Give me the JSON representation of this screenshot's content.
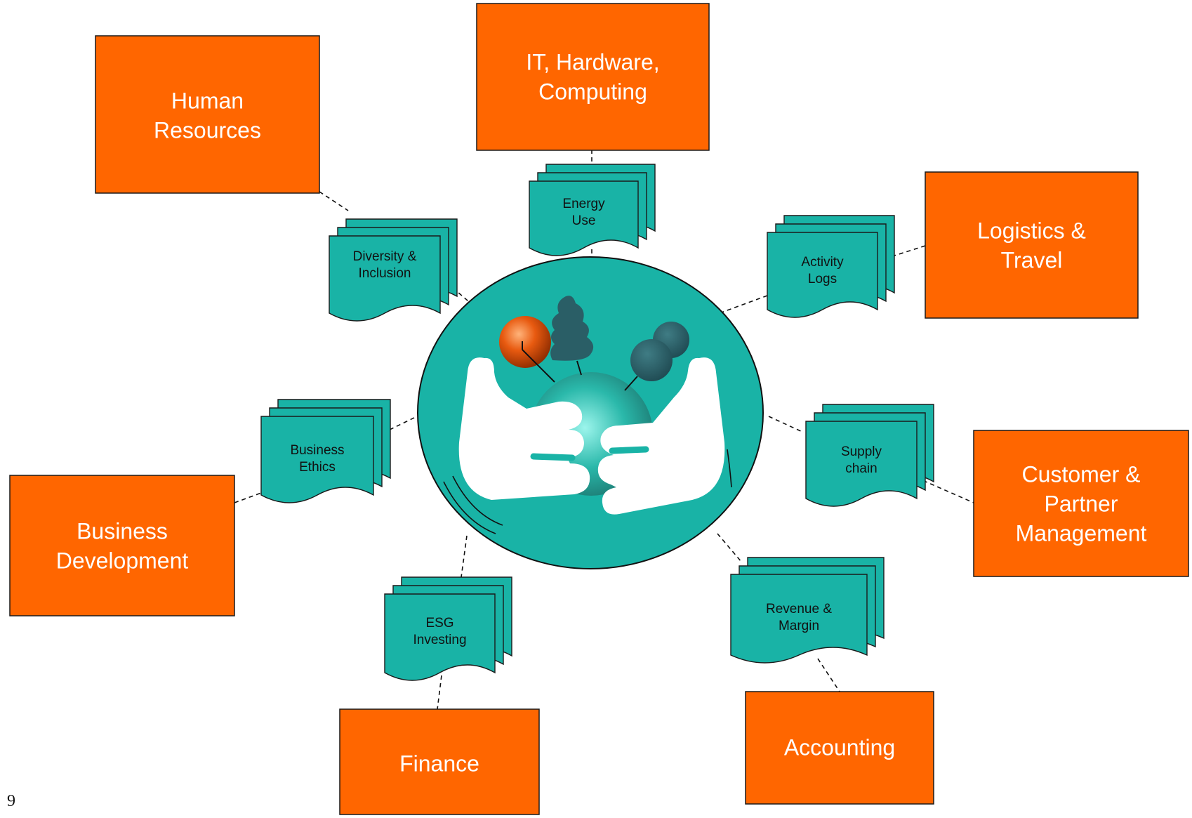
{
  "colors": {
    "accent": "#ff6600",
    "teal": "#19b3a6",
    "dark_teal": "#2a5e66",
    "white": "#ffffff"
  },
  "page_number": "9",
  "center": {
    "icon": "hands-holding-earth-with-sphere-tree-and-bush-icon"
  },
  "departments": [
    {
      "id": "hr",
      "lines": [
        "Human",
        "Resources"
      ]
    },
    {
      "id": "it",
      "lines": [
        "IT, Hardware,",
        "Computing"
      ]
    },
    {
      "id": "logistics",
      "lines": [
        "Logistics &",
        "Travel"
      ]
    },
    {
      "id": "customer",
      "lines": [
        "Customer &",
        "Partner",
        "Management"
      ]
    },
    {
      "id": "accounting",
      "lines": [
        "Accounting"
      ]
    },
    {
      "id": "finance",
      "lines": [
        "Finance"
      ]
    },
    {
      "id": "bizdev",
      "lines": [
        "Business",
        "Development"
      ]
    }
  ],
  "documents": [
    {
      "id": "diversity",
      "lines": [
        "Diversity &",
        "Inclusion"
      ]
    },
    {
      "id": "energy",
      "lines": [
        "Energy",
        "Use"
      ]
    },
    {
      "id": "activity",
      "lines": [
        "Activity",
        "Logs"
      ]
    },
    {
      "id": "supply",
      "lines": [
        "Supply",
        "chain"
      ]
    },
    {
      "id": "revenue",
      "lines": [
        "Revenue &",
        "Margin"
      ]
    },
    {
      "id": "esg",
      "lines": [
        "ESG",
        "Investing"
      ]
    },
    {
      "id": "ethics",
      "lines": [
        "Business",
        "Ethics"
      ]
    }
  ]
}
